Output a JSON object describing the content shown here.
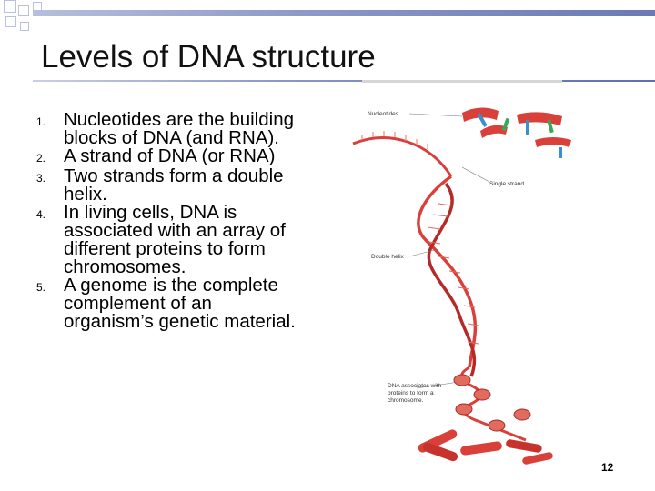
{
  "slide": {
    "title": "Levels of DNA structure",
    "items": [
      {
        "number": "1.",
        "text": "Nucleotides are the building blocks of DNA (and RNA)."
      },
      {
        "number": "2.",
        "text": "A strand of DNA (or RNA)"
      },
      {
        "number": "3.",
        "text": "Two strands form a double helix."
      },
      {
        "number": "4.",
        "text": "In living cells, DNA is associated with an array of different proteins to form chromosomes."
      },
      {
        "number": "5.",
        "text": "A genome is the complete complement of an organism’s genetic material."
      }
    ],
    "page_number": "12"
  },
  "figure": {
    "labels": {
      "nucleotides": "Nucleotides",
      "single_strand": "Single strand",
      "double_helix": "Double helix",
      "chromosome_line1": "DNA associates with",
      "chromosome_line2": "proteins to form a",
      "chromosome_line3": "chromosome."
    }
  },
  "colors": {
    "accent_bar": "#8c98c5",
    "dna_strand": "#d9403a",
    "nucleotide_blue": "#3a8fd0",
    "nucleotide_green": "#3aa85c"
  }
}
